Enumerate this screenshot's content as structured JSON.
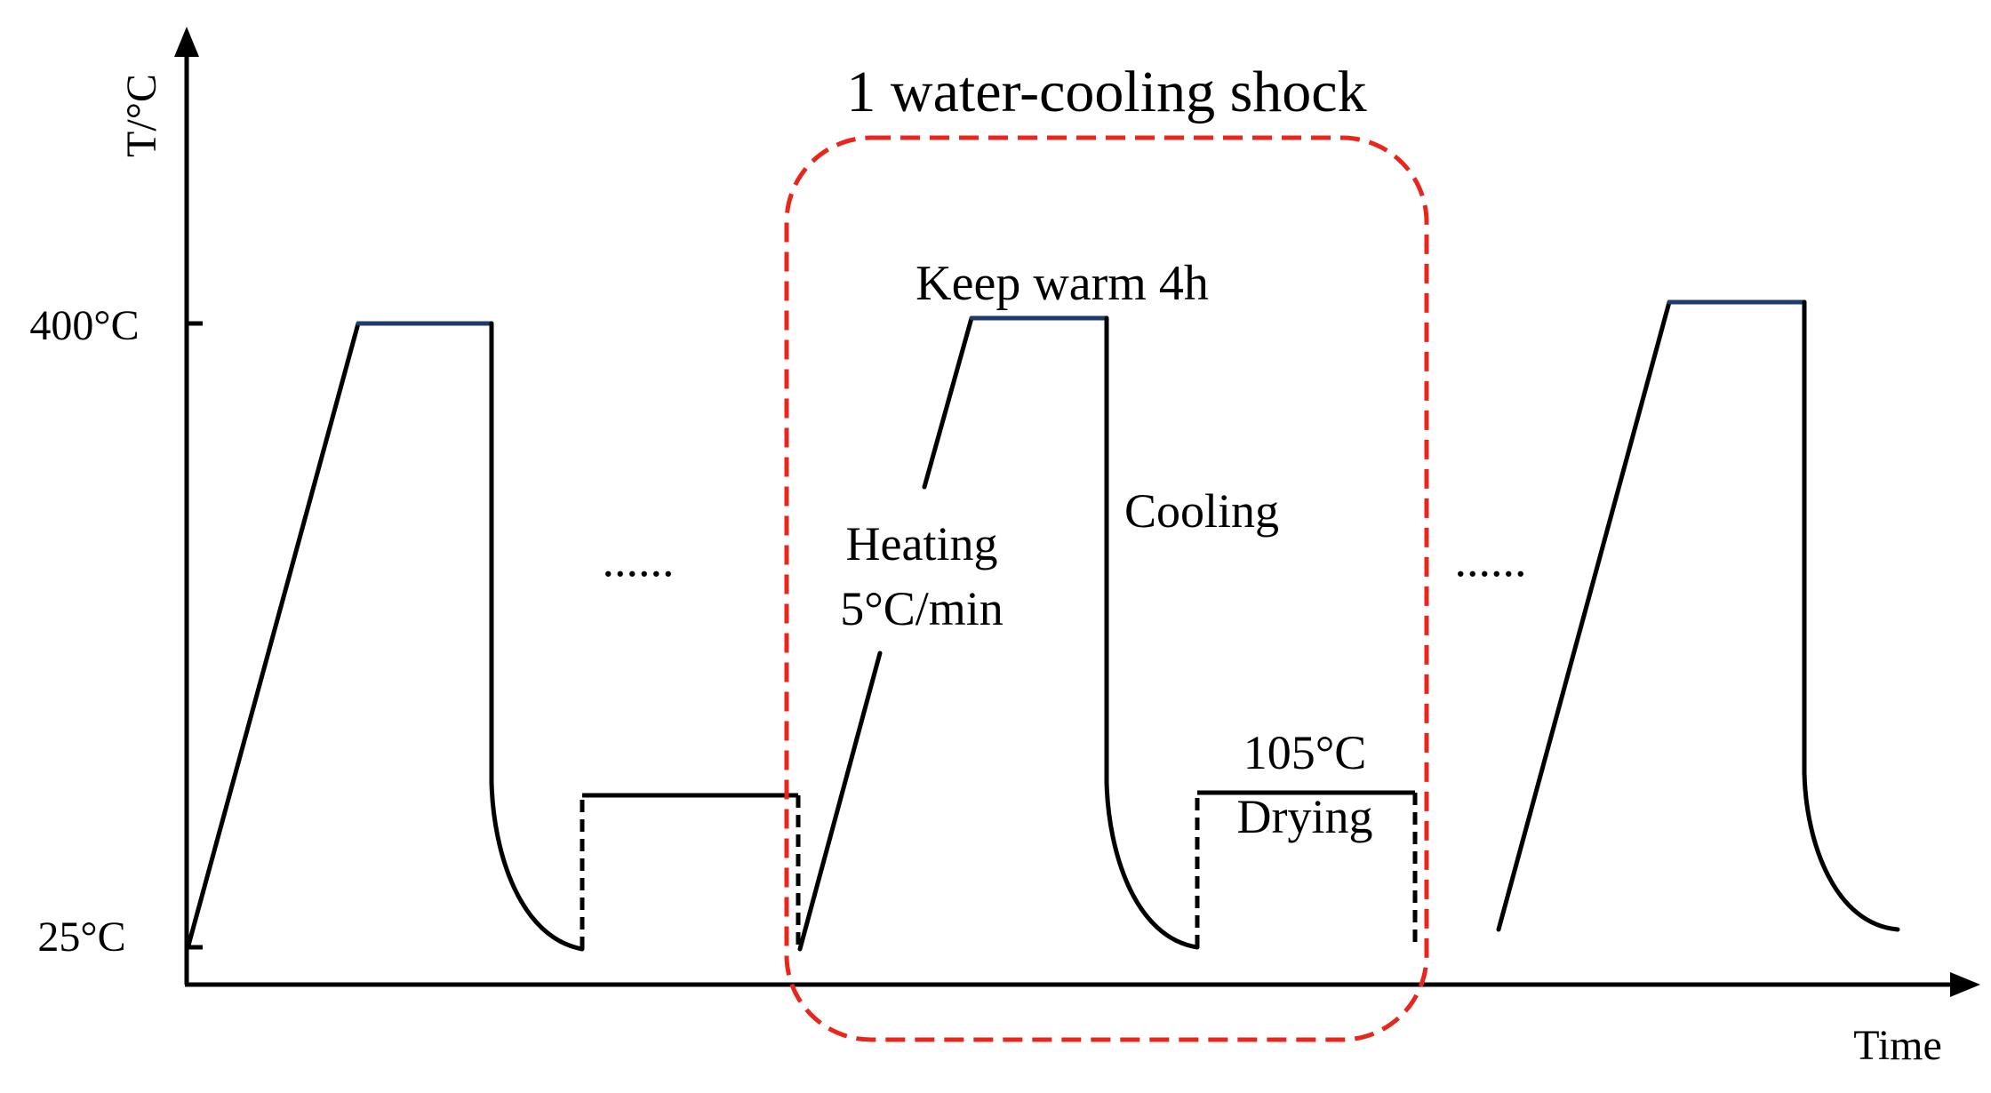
{
  "diagram": {
    "title": "1 water-cooling shock",
    "y_axis_label": "T/°C",
    "x_axis_label": "Time",
    "tick_high": "400°C",
    "tick_low": "25°C",
    "keep_warm_label": "Keep warm 4h",
    "heating_label": "Heating",
    "heating_rate_label": "5°C/min",
    "cooling_label": "Cooling",
    "drying_temp_label": "105°C",
    "drying_label": "Drying",
    "ellipsis_left": "......",
    "ellipsis_right": "......"
  },
  "colors": {
    "line": "#000000",
    "plateau": "#1f3a6e",
    "highlight": "#e8261c"
  }
}
